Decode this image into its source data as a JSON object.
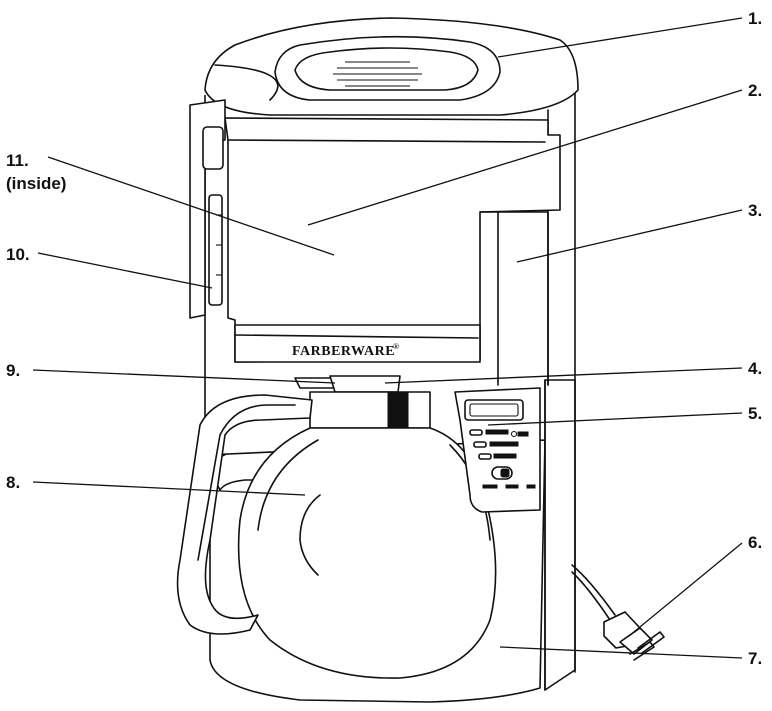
{
  "brand_label": "FARBERWARE",
  "brand_mark": "®",
  "callouts": [
    {
      "num": "1."
    },
    {
      "num": "2."
    },
    {
      "num": "3."
    },
    {
      "num": "4."
    },
    {
      "num": "5."
    },
    {
      "num": "6."
    },
    {
      "num": "7."
    },
    {
      "num": "8."
    },
    {
      "num": "9."
    },
    {
      "num": "10."
    },
    {
      "num": "11.",
      "sub": "(inside)"
    }
  ]
}
